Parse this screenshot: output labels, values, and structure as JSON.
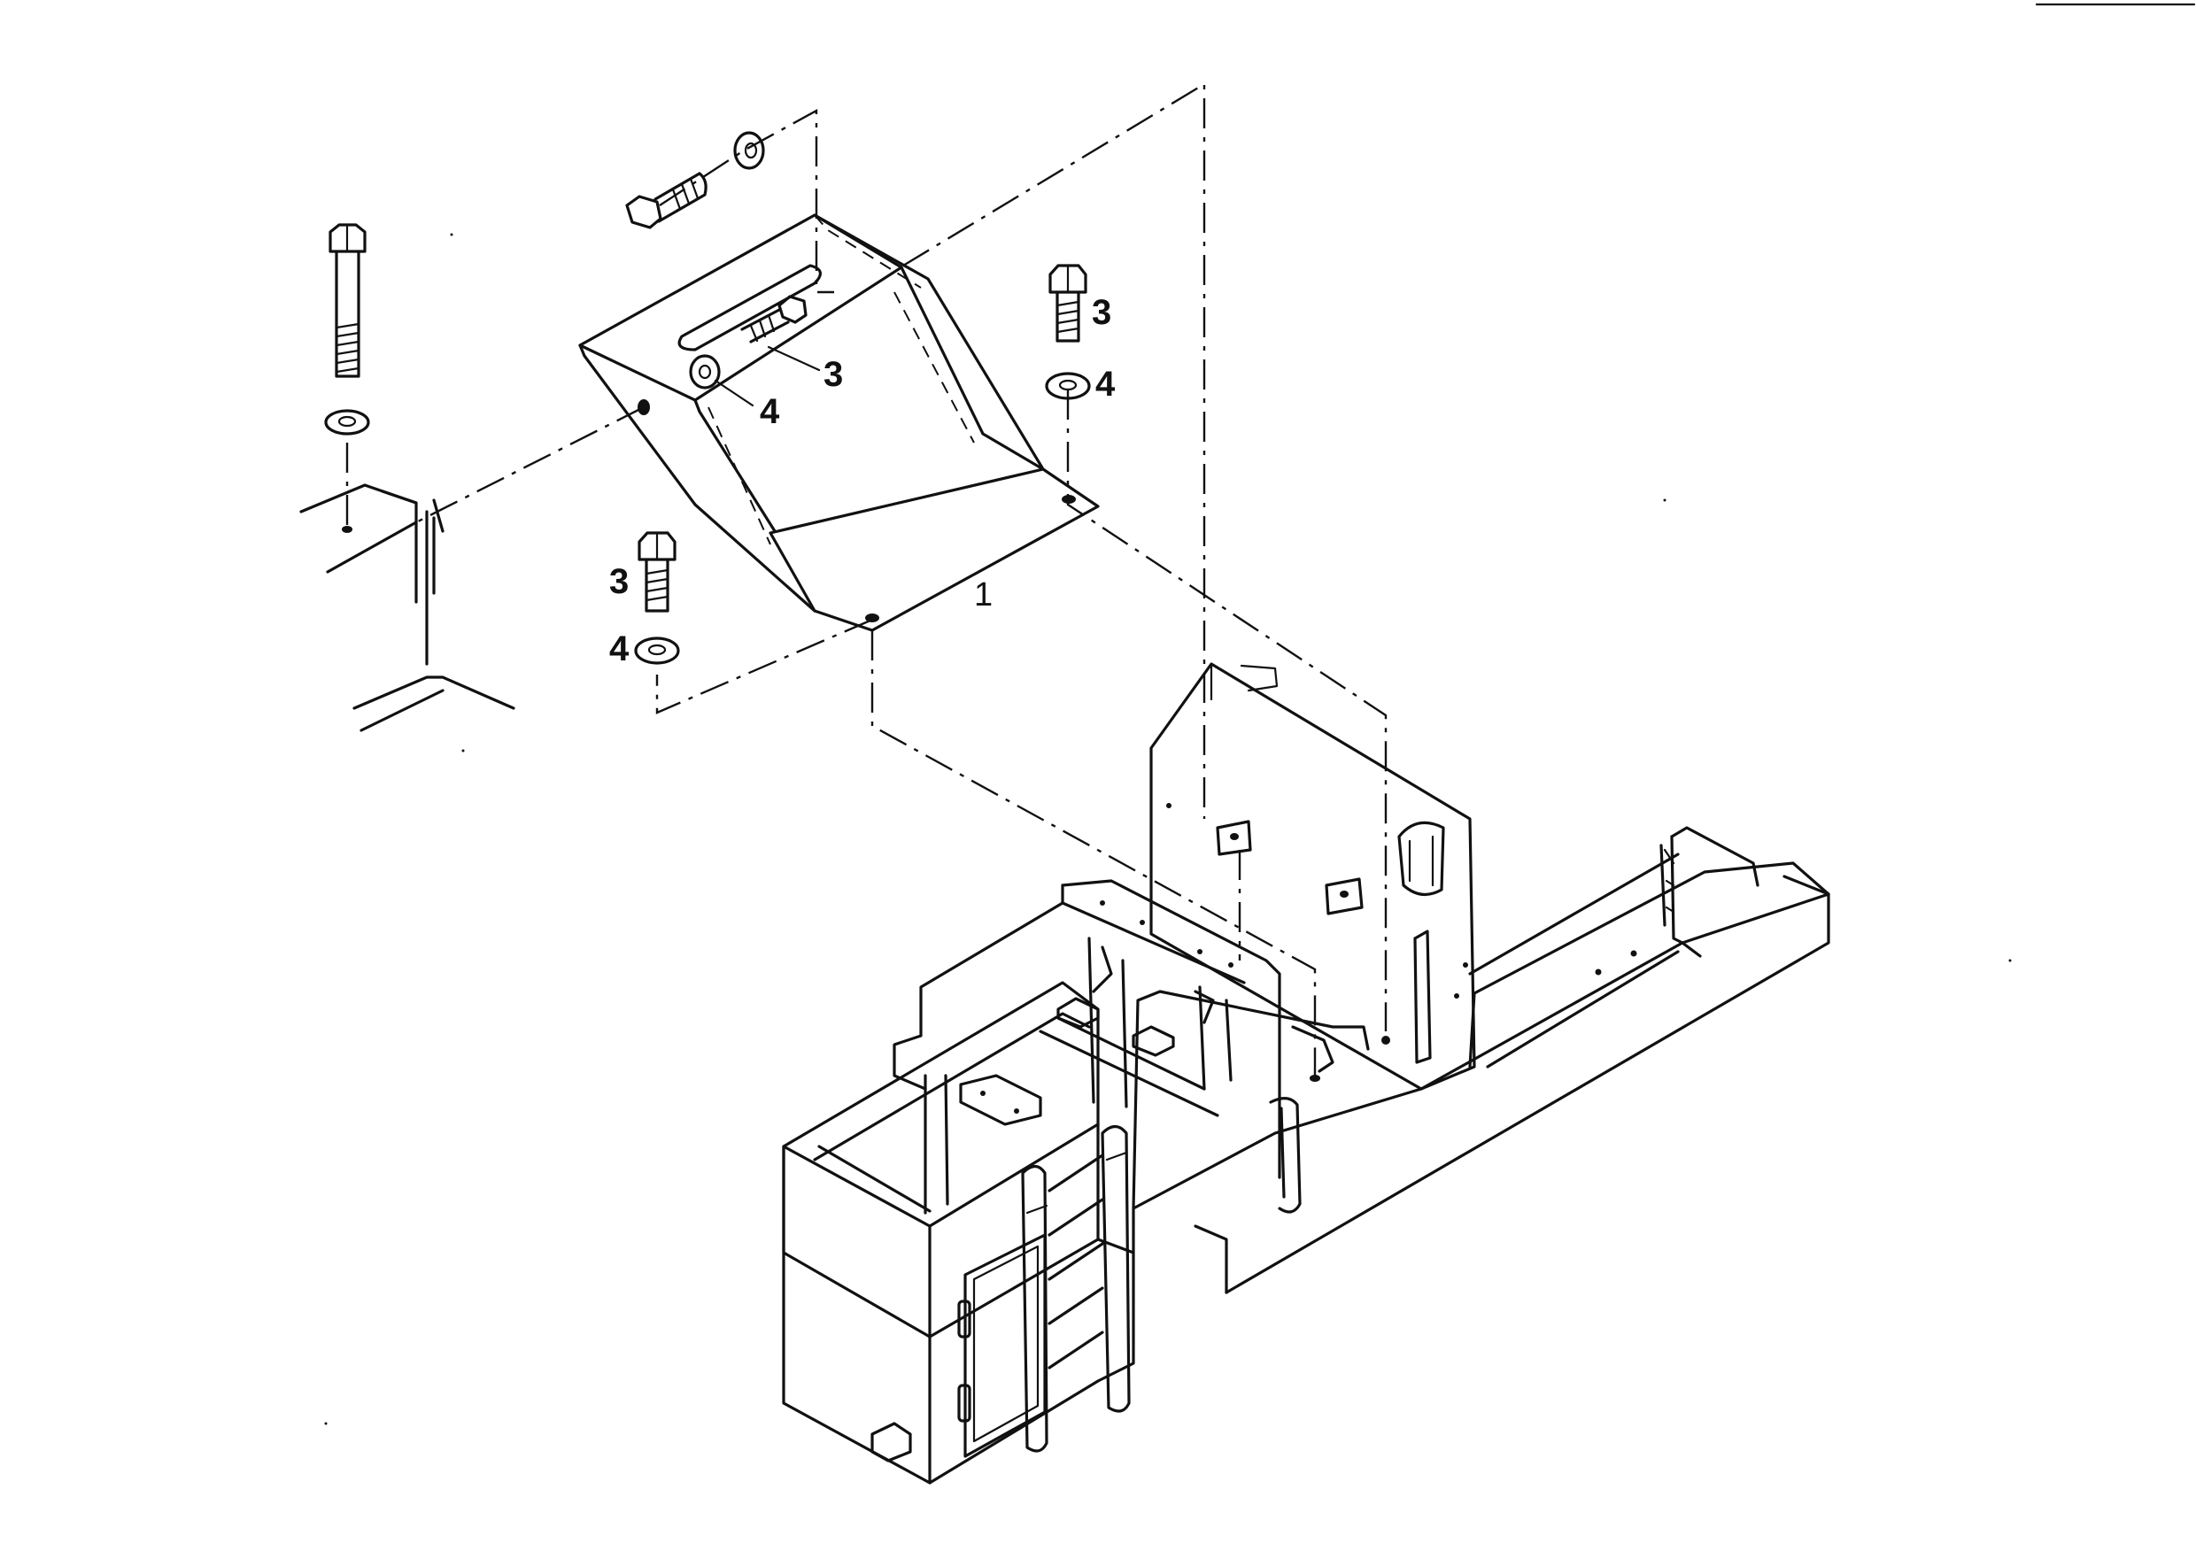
{
  "diagram": {
    "type": "exploded-parts-illustration",
    "callouts": {
      "item1": "1",
      "item3_inner": "3",
      "item4_inner": "4",
      "item3_right": "3",
      "item4_right": "4",
      "item3_lower": "3",
      "item4_lower": "4"
    },
    "icons": [
      "hex-bolt-icon",
      "flat-washer-icon",
      "mounting-bracket-icon",
      "vehicle-platform-icon",
      "access-ladder-icon"
    ],
    "colors": {
      "line": "#111111",
      "background": "#ffffff"
    }
  }
}
